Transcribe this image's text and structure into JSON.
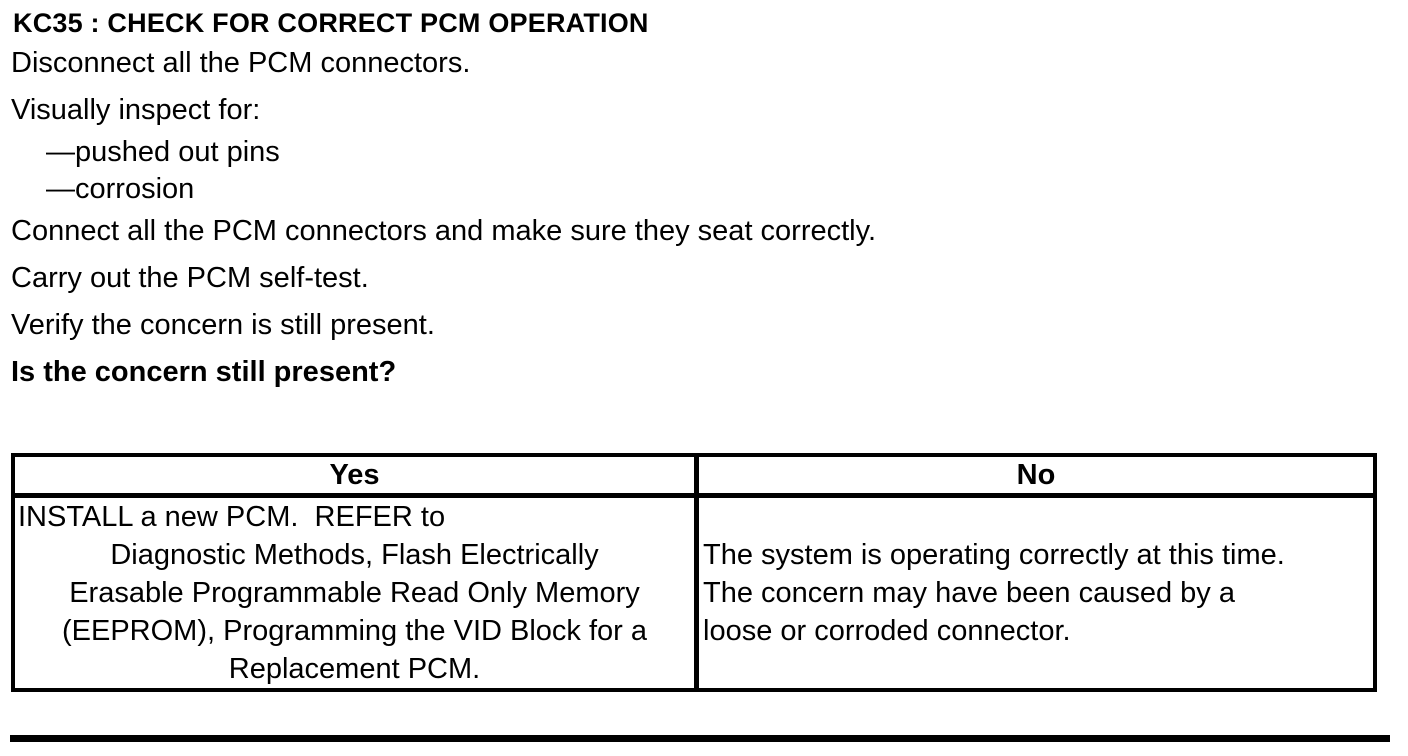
{
  "document": {
    "title": "KC35 : CHECK FOR CORRECT PCM OPERATION",
    "procedure": {
      "steps": {
        "s0": "Disconnect all the PCM connectors.",
        "s1": "Visually inspect for:",
        "s2": "—pushed out pins",
        "s3": "—corrosion",
        "s4": "Connect all the PCM connectors and make sure they seat correctly.",
        "s5": "Carry out the PCM self-test.",
        "s6": "Verify the concern is still present."
      },
      "question": "Is the concern still present?"
    },
    "decision_table": {
      "yes_header": "Yes",
      "no_header": "No",
      "yes_action_lines": {
        "l0": "INSTALL a new PCM.  REFER to",
        "l1": "Diagnostic Methods, Flash Electrically",
        "l2": "Erasable Programmable Read Only Memory",
        "l3": "(EEPROM), Programming the VID Block for a",
        "l4": "Replacement PCM."
      },
      "no_action_lines": {
        "l0": "The system is operating correctly at this time.",
        "l1": "The concern may have been caused by a",
        "l2": "loose or corroded connector."
      }
    },
    "colors": {
      "text": "#000000",
      "background": "#ffffff",
      "rule": "#000000"
    }
  }
}
